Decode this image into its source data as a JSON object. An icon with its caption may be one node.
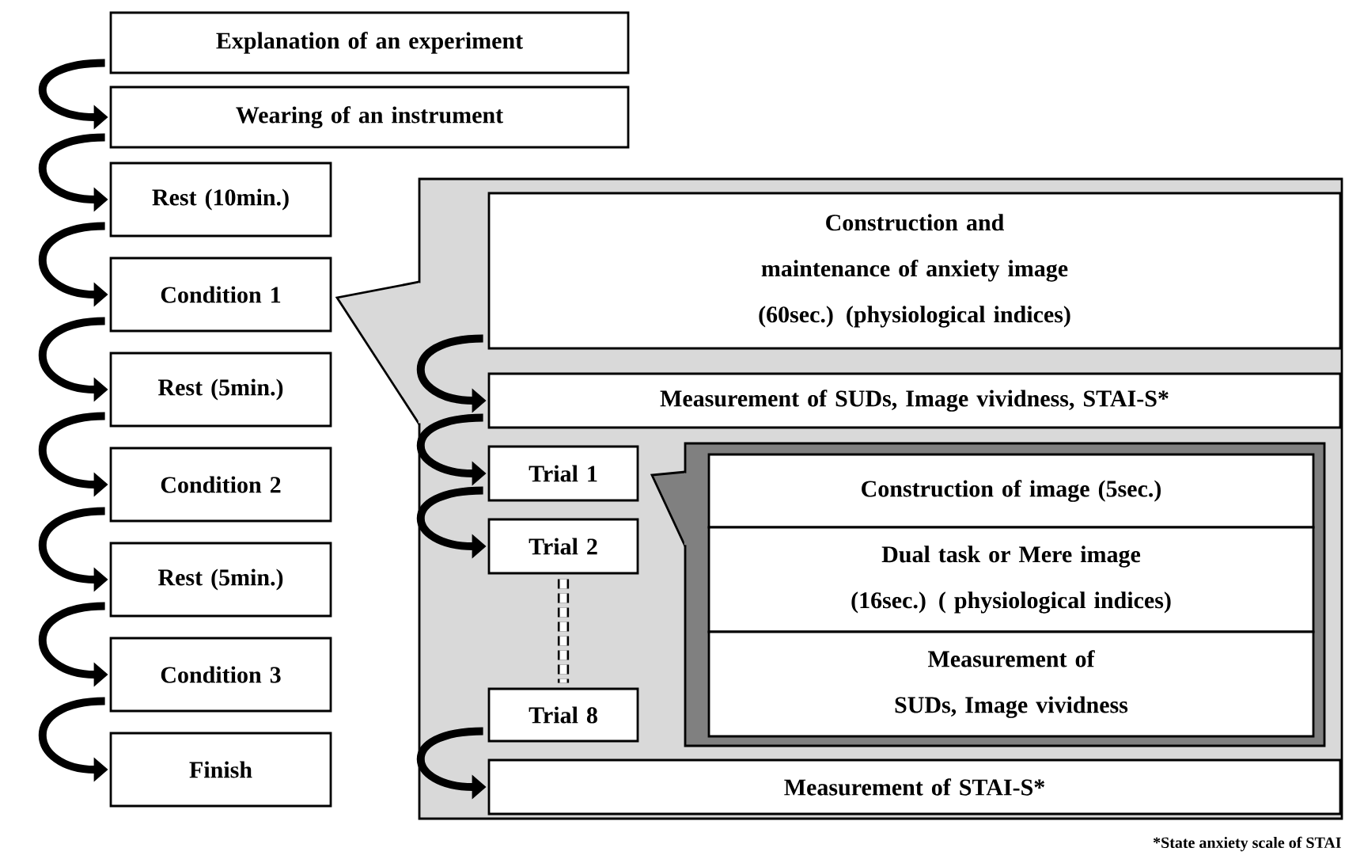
{
  "diagram": {
    "nodes": [
      {
        "text": [
          "Explanation of an experiment"
        ]
      },
      {
        "text": [
          "Wearing of an instrument"
        ]
      },
      {
        "text": [
          "Rest (10min.)"
        ]
      },
      {
        "text": [
          "Condition 1"
        ]
      },
      {
        "text": [
          "Rest (5min.)"
        ]
      },
      {
        "text": [
          "Condition 2"
        ]
      },
      {
        "text": [
          "Rest (5min.)"
        ]
      },
      {
        "text": [
          "Condition 3"
        ]
      },
      {
        "text": [
          "Finish"
        ]
      },
      {
        "text": [],
        "shape": "box"
      },
      {
        "text": [
          "Construction and maintenance of anxiety image (60sec.) (physiological indices)"
        ],
        "in": 9
      },
      {
        "text": [
          "Measurement of SUDs, Image vividness, STAI-S*"
        ],
        "in": 9
      },
      {
        "text": [
          "Trial 1"
        ],
        "in": 9
      },
      {
        "text": [
          "Trial 2"
        ],
        "in": 9
      },
      {
        "text": [
          "Trial 8"
        ],
        "in": 9
      },
      {
        "text": [],
        "shape": "box",
        "in": 9
      },
      {
        "text": [
          "Construction of image (5sec.)"
        ],
        "in": 15
      },
      {
        "text": [
          "Dual task or Mere image (16sec.) ( physiological indices)"
        ],
        "in": 15
      },
      {
        "text": [
          "Measurement of SUDs, Image vividness"
        ],
        "in": 15
      },
      {
        "text": [
          "Measurement of STAI-S*"
        ],
        "in": 9
      }
    ],
    "edges": [
      {
        "from": 0,
        "to": 1,
        "arrow": "to"
      },
      {
        "from": 1,
        "to": 2,
        "arrow": "to"
      },
      {
        "from": 2,
        "to": 3,
        "arrow": "to"
      },
      {
        "from": 3,
        "to": 4,
        "arrow": "to"
      },
      {
        "from": 4,
        "to": 5,
        "arrow": "to"
      },
      {
        "from": 5,
        "to": 6,
        "arrow": "to"
      },
      {
        "from": 6,
        "to": 7,
        "arrow": "to"
      },
      {
        "from": 7,
        "to": 8,
        "arrow": "to"
      },
      {
        "from": 10,
        "to": 11,
        "arrow": "to"
      },
      {
        "from": 11,
        "to": 12,
        "arrow": "to"
      },
      {
        "from": 12,
        "to": 13,
        "arrow": "to"
      },
      {
        "from": 13,
        "to": 14,
        "arrow": "none",
        "style": "dashed"
      },
      {
        "from": 14,
        "to": 19,
        "arrow": "to"
      }
    ],
    "labels": [
      "*State anxiety scale of STAI"
    ]
  }
}
